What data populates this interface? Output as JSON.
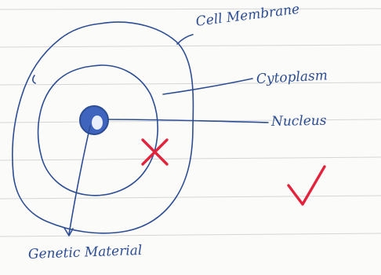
{
  "colors": {
    "ink": "#2c4d93",
    "nucleus_fill": "#3f64bd",
    "nucleus_highlight": "#e8eefb",
    "teacher_mark": "#e3233b",
    "ruled_line": "#d6d6d6",
    "paper": "#fbfbfa"
  },
  "labels": {
    "cell_membrane": "Cell Membrane",
    "cytoplasm": "Cytoplasm",
    "nucleus": "Nucleus",
    "genetic_material": "Genetic Material"
  },
  "marks": {
    "cross": "wrong-mark",
    "tick": "correct-mark"
  }
}
